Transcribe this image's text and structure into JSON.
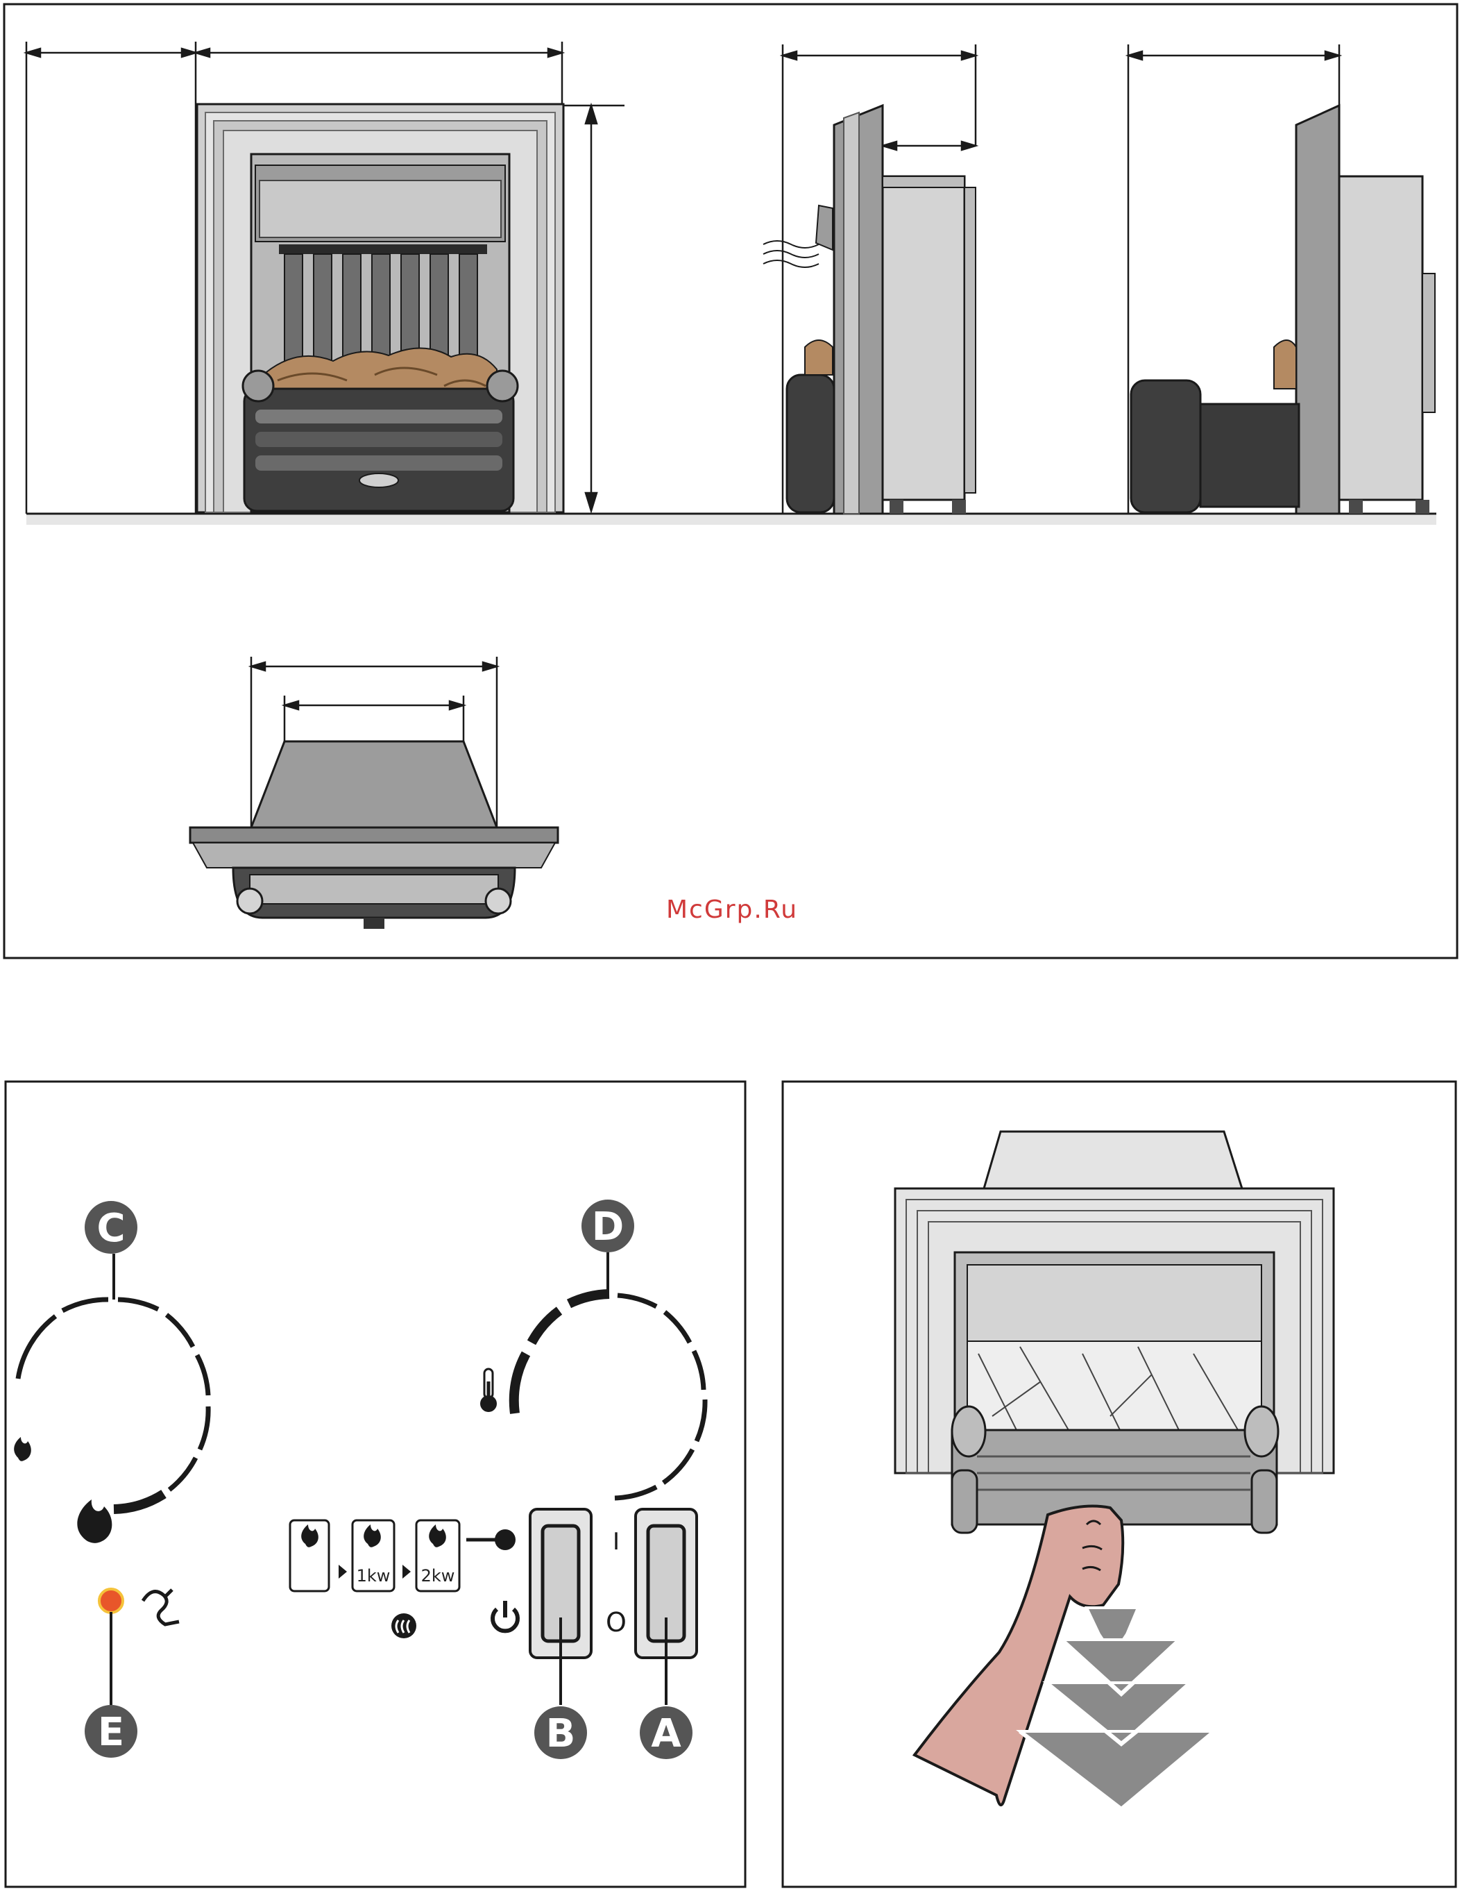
{
  "watermark": "McGrp.Ru",
  "callouts": {
    "a": "A",
    "b": "B",
    "c": "C",
    "d": "D",
    "e": "E"
  },
  "heat_levels": {
    "level1": "1kw",
    "level2": "2kw"
  },
  "switch_marks": {
    "on": "I",
    "off": "O"
  },
  "colors": {
    "outline": "#1a1a1a",
    "metal_light": "#d4d4d4",
    "metal_mid": "#b8b8b8",
    "metal_dark": "#4a4a4a",
    "panel_dark": "#2e2e2e",
    "indicator": "#e8562a",
    "indicator_ring": "#f5c23a",
    "arm_skin": "#d9a79e",
    "arrow_gray": "#8a8a8a",
    "callout_fill": "#555555"
  },
  "icons": {
    "flame": "flame-icon",
    "thermometer": "thermometer-icon",
    "power": "power-icon",
    "heat_wave": "heat-wave-icon",
    "reset": "reset-hook-icon"
  }
}
